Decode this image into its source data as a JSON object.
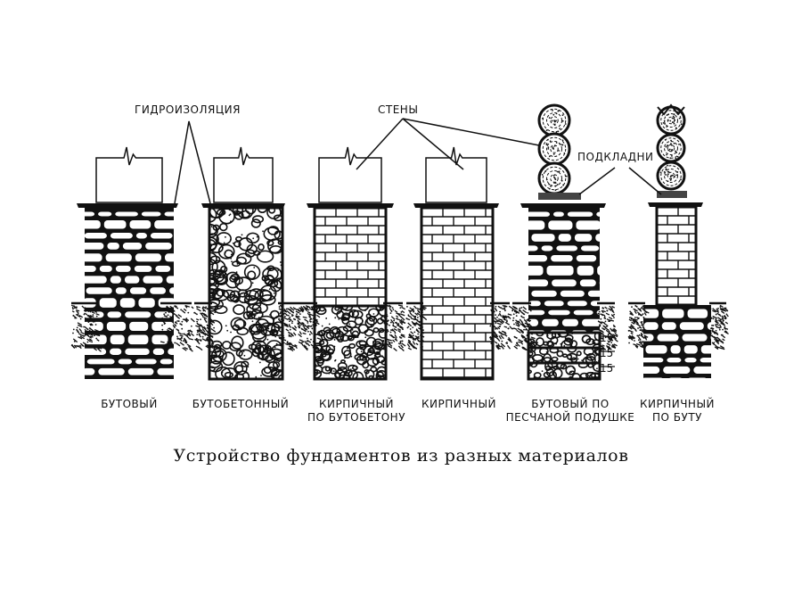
{
  "callouts": {
    "waterproofing": "ГИДРОИЗОЛЯЦИЯ",
    "walls": "СТЕНЫ",
    "sills": "ПОДКЛАДНИ"
  },
  "foundations": [
    {
      "line1": "БУТОВЫЙ",
      "line2": ""
    },
    {
      "line1": "БУТОБЕТОННЫЙ",
      "line2": ""
    },
    {
      "line1": "КИРПИЧНЫЙ",
      "line2": "ПО БУТОБЕТОНУ"
    },
    {
      "line1": "КИРПИЧНЫЙ",
      "line2": ""
    },
    {
      "line1": "БУТОВЫЙ ПО",
      "line2": "ПЕСЧАНОЙ ПОДУШКЕ"
    },
    {
      "line1": "КИРПИЧНЫЙ",
      "line2": "ПО БУТУ"
    }
  ],
  "layer_marks": [
    "15",
    "15",
    "15"
  ],
  "caption": "Устройство фундаментов из разных материалов"
}
